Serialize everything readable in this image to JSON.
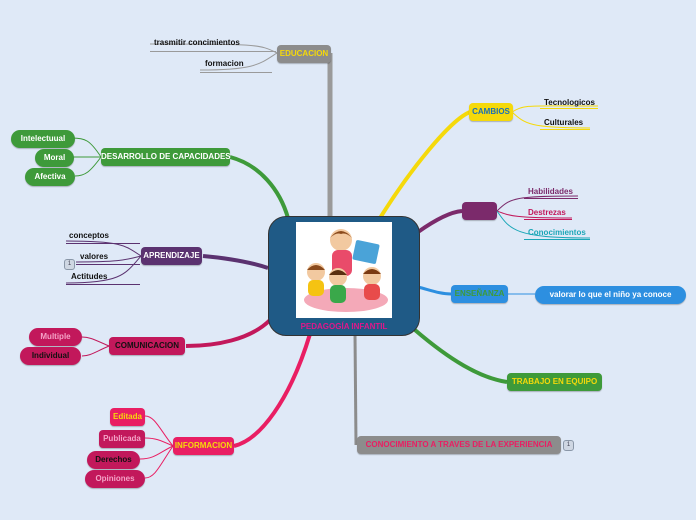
{
  "center": {
    "title": "PEDAGOGÍA INFANTIL",
    "image_alt": "teacher reading to children"
  },
  "nodes": {
    "educacion": "EDUCACION",
    "transmitir": "trasmitir concimientos",
    "formacion": "formacion",
    "desarrollo": "DESARROLLO DE CAPACIDADES",
    "intelectual": "Intelectuual",
    "moral": "Moral",
    "afectiva": "Afectiva",
    "aprendizaje": "APRENDIZAJE",
    "conceptos": "conceptos",
    "valores": "valores",
    "actitudes": "Actitudes",
    "valores_badge": "1",
    "comunicacion": "COMUNICACION",
    "multiple": "Multiple",
    "individual": "Individual",
    "informacion": "INFORMACION",
    "editada": "Editada",
    "publicada": "Publicada",
    "derechos": "Derechos",
    "opiniones": "Opiniones",
    "cambios": "CAMBIOS",
    "tecnologicos": "Tecnologicos",
    "culturales": "Culturales",
    "violet_node": "",
    "habilidades": "Habilidades",
    "destrezas": "Destrezas",
    "conocimientos": "Conocimientos",
    "ensenanza": "ENSEÑANZA",
    "valorar": "valorar lo que el niño ya conoce",
    "trabajo": "TRABAJO EN EQUIPO",
    "conocimiento_exp": "CONOCIMIENTO A TRAVES DE LA EXPERIENCIA",
    "conocimiento_badge": "1"
  },
  "colors": {
    "gray": "#8c8c8c",
    "green": "#3e9a3a",
    "purple": "#5b3270",
    "crimson": "#c2185b",
    "pink": "#e91e63",
    "yellow": "#f5d90a",
    "violet": "#7b2a6b",
    "blue": "#2d8fe0",
    "center": "#1f5a86"
  }
}
